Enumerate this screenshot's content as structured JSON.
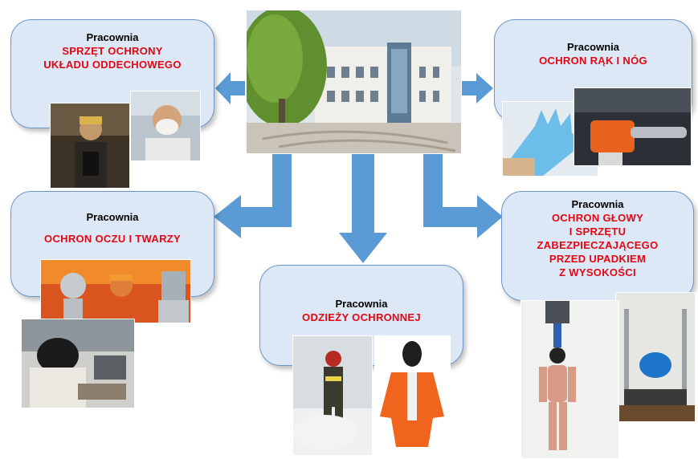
{
  "labs": [
    {
      "label": "Pracownia",
      "title_lines": [
        "SPRZĘT OCHRONY",
        "UKŁADU ODDECHOWEGO"
      ]
    },
    {
      "label": "Pracownia",
      "title_lines": [
        "OCHRON RĄK I NÓG"
      ]
    },
    {
      "label": "Pracownia",
      "title_lines": [
        "OCHRON OCZU I TWARZY"
      ]
    },
    {
      "label": "Pracownia",
      "title_lines": [
        "ODZIEŻY OCHRONNEJ"
      ]
    },
    {
      "label": "Pracownia",
      "title_lines": [
        "OCHRON GŁOWY",
        "I SPRZĘTU",
        "ZABEZPIECZAJĄCEGO",
        "PRZED UPADKIEM",
        "Z WYSOKOŚCI"
      ]
    }
  ],
  "colors": {
    "box_fill": "#dde8f6",
    "box_border": "#6f95c8",
    "arrow": "#5b9bd5",
    "title_red": "#e30613"
  },
  "icons": [
    "arrow-left",
    "arrow-right",
    "arrow-down"
  ]
}
